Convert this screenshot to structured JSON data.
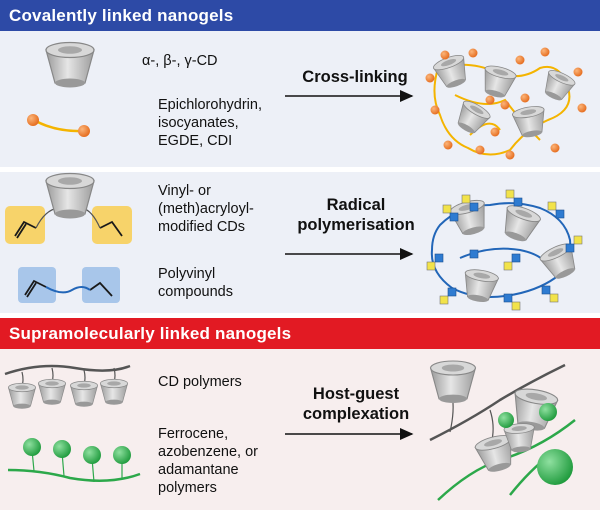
{
  "sections": [
    {
      "title": "Covalently linked nanogels",
      "color": "#2d4aa6",
      "items": [
        {
          "text": "α-, β-, γ-CD"
        },
        {
          "text": "Epichlorohydrin,\nisocyanates,\nEGDE, CDI"
        }
      ],
      "process": "Cross-linking"
    },
    {
      "items": [
        {
          "text": "Vinyl- or\n(meth)acryloyl-\nmodified CDs"
        },
        {
          "text": "Polyvinyl\ncompounds"
        }
      ],
      "process": "Radical\npolymerisation"
    },
    {
      "title": "Supramolecularly linked nanogels",
      "color": "#e21a23",
      "items": [
        {
          "text": "CD polymers"
        },
        {
          "text": "Ferrocene,\nazobenzene, or\nadamantane\npolymers"
        }
      ],
      "process": "Host-guest\ncomplexation"
    }
  ],
  "colors": {
    "panel_bg": "#edf0f7",
    "panel_bg_red": "#f7eeee",
    "cd_gray": "#c8c8c8",
    "crosslinker_orange": "#f07a28",
    "chain_yellow": "#f4b400",
    "vinyl_blue": "#2266b8",
    "guest_green": "#2ca84a"
  }
}
